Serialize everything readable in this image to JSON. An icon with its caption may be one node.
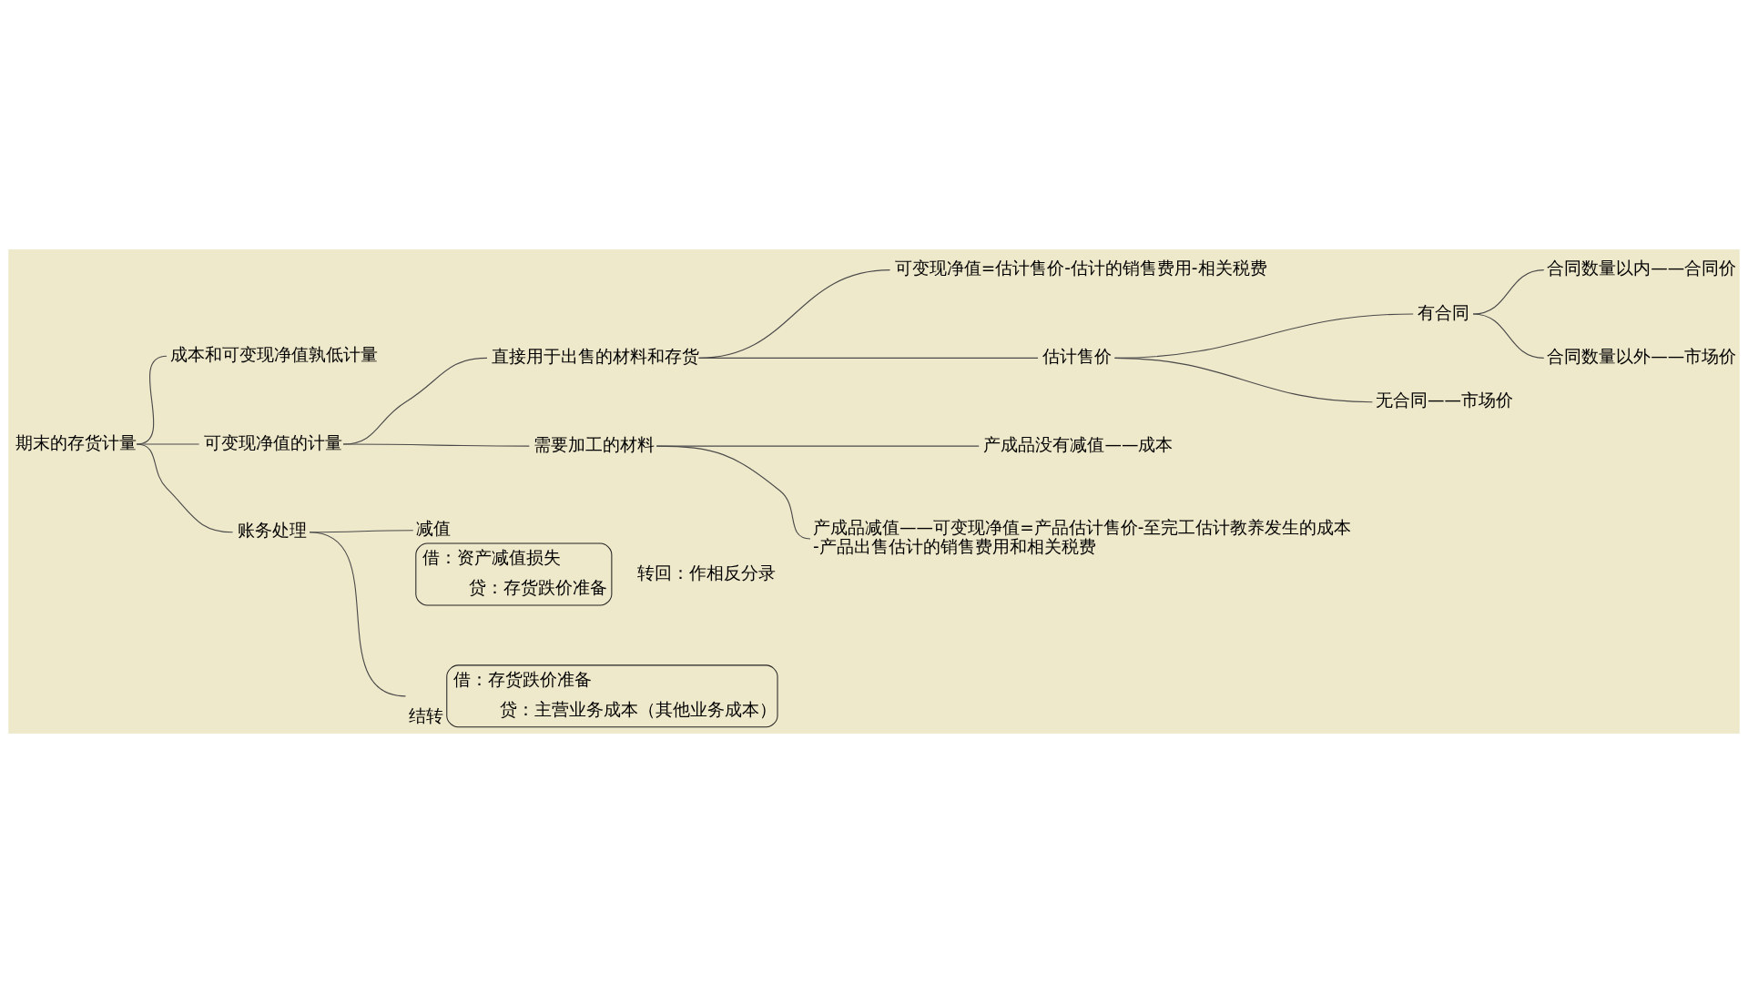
{
  "diagram": {
    "nodes": [
      {
        "text": [
          "期末的存货计量"
        ]
      },
      {
        "text": [
          "成本和可变现净值孰低计量"
        ]
      },
      {
        "text": [
          "可变现净值的计量"
        ]
      },
      {
        "text": [
          "直接用于出售的材料和存货"
        ]
      },
      {
        "text": [
          "可变现净值=估计售价-估计的销售费用-相关税费"
        ]
      },
      {
        "text": [
          "估计售价"
        ]
      },
      {
        "text": [
          "有合同"
        ]
      },
      {
        "text": [
          "合同数量以内——合同价"
        ]
      },
      {
        "text": [
          "合同数量以外——市场价"
        ]
      },
      {
        "text": [
          "无合同——市场价"
        ]
      },
      {
        "text": [
          "需要加工的材料"
        ]
      },
      {
        "text": [
          "产成品没有减值——成本"
        ]
      },
      {
        "text": [
          "产成品减值——可变现净值=产品估计售价-至完工估计教养发生的成本-产品出售估计的销售费用和相关税费"
        ]
      },
      {
        "text": [
          "账务处理"
        ]
      },
      {
        "text": [
          "减值",
          "借：资产减值损失",
          "贷：存货跌价准备"
        ],
        "beside": [
          "转回：作相反分录"
        ]
      },
      {
        "text": [
          "结转",
          "借：存货跌价准备",
          "贷：主营业务成本（其他业务成本）"
        ]
      }
    ],
    "edges": [
      {
        "from": 0,
        "to": 1,
        "arrow": "none"
      },
      {
        "from": 0,
        "to": 2,
        "arrow": "none"
      },
      {
        "from": 0,
        "to": 13,
        "arrow": "none"
      },
      {
        "from": 2,
        "to": 3,
        "arrow": "none"
      },
      {
        "from": 2,
        "to": 10,
        "arrow": "none"
      },
      {
        "from": 3,
        "to": 4,
        "arrow": "none"
      },
      {
        "from": 3,
        "to": 5,
        "arrow": "none"
      },
      {
        "from": 5,
        "to": 6,
        "arrow": "none"
      },
      {
        "from": 5,
        "to": 9,
        "arrow": "none"
      },
      {
        "from": 6,
        "to": 7,
        "arrow": "none"
      },
      {
        "from": 6,
        "to": 8,
        "arrow": "none"
      },
      {
        "from": 10,
        "to": 11,
        "arrow": "none"
      },
      {
        "from": 10,
        "to": 12,
        "arrow": "none"
      },
      {
        "from": 13,
        "to": 14,
        "arrow": "none"
      },
      {
        "from": 13,
        "to": 15,
        "arrow": "none"
      }
    ]
  }
}
